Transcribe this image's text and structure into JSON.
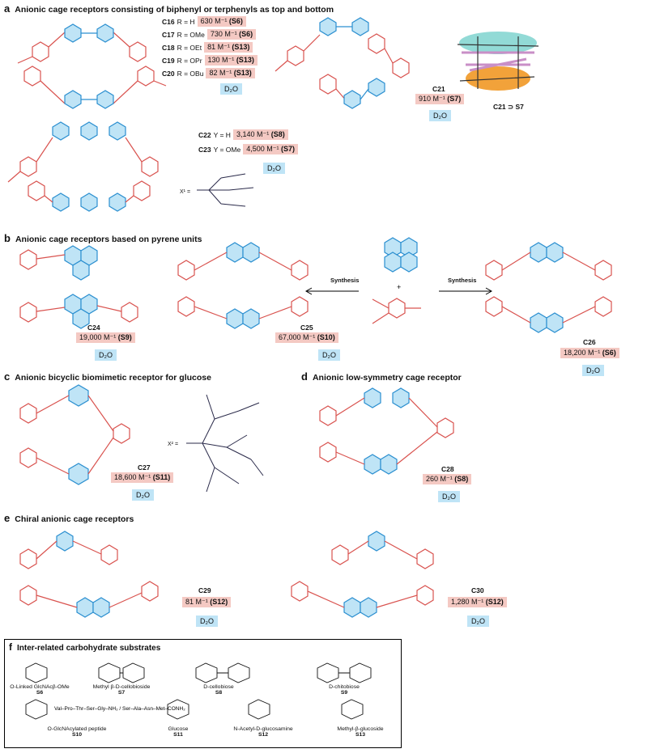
{
  "sections": {
    "a": {
      "letter": "a",
      "title": "Anionic cage receptors consisting of biphenyl or terphenyls as top and bottom"
    },
    "b": {
      "letter": "b",
      "title": "Anionic cage receptors based on pyrene units"
    },
    "c": {
      "letter": "c",
      "title": "Anionic bicyclic biomimetic receptor for glucose"
    },
    "d": {
      "letter": "d",
      "title": "Anionic low-symmetry cage receptor"
    },
    "e": {
      "letter": "e",
      "title": "Chiral anionic cage receptors"
    },
    "f": {
      "letter": "f",
      "title": "Inter-related carbohydrate substrates"
    }
  },
  "table_a1": [
    {
      "id": "C16",
      "sub": "R = H",
      "value": "630 M⁻¹",
      "ref": "(S6)"
    },
    {
      "id": "C17",
      "sub": "R = OMe",
      "value": "730 M⁻¹",
      "ref": "(S6)"
    },
    {
      "id": "C18",
      "sub": "R = OEt",
      "value": "81 M⁻¹",
      "ref": "(S13)"
    },
    {
      "id": "C19",
      "sub": "R = OPr",
      "value": "130 M⁻¹",
      "ref": "(S13)"
    },
    {
      "id": "C20",
      "sub": "R = OBu",
      "value": "82 M⁻¹",
      "ref": "(S13)"
    }
  ],
  "table_a2": [
    {
      "id": "C22",
      "sub": "Y = H",
      "value": "3,140 M⁻¹",
      "ref": "(S8)"
    },
    {
      "id": "C23",
      "sub": "Y = OMe",
      "value": "4,500 M⁻¹",
      "ref": "(S7)"
    }
  ],
  "solvent": "D₂O",
  "c21": {
    "id": "C21",
    "value": "910 M⁻¹",
    "ref": "(S7)",
    "complex": "C21 ⊃ S7"
  },
  "c24": {
    "id": "C24",
    "value": "19,000 M⁻¹",
    "ref": "(S9)"
  },
  "c25": {
    "id": "C25",
    "value": "67,000 M⁻¹",
    "ref": "(S10)"
  },
  "c26": {
    "id": "C26",
    "value": "18,200 M⁻¹",
    "ref": "(S6)"
  },
  "c27": {
    "id": "C27",
    "value": "18,600 M⁻¹",
    "ref": "(S11)"
  },
  "c28": {
    "id": "C28",
    "value": "260 M⁻¹",
    "ref": "(S8)"
  },
  "c29": {
    "id": "C29",
    "value": "81 M⁻¹",
    "ref": "(S12)"
  },
  "c30": {
    "id": "C30",
    "value": "1,280 M⁻¹",
    "ref": "(S12)"
  },
  "synthesis": "Synthesis",
  "x1_def": "X¹ =",
  "x2_def": "X² =",
  "substrates": [
    {
      "name": "O-Linked GlcNAcβ-OMe",
      "ref": "S6"
    },
    {
      "name": "Methyl β-D-cellobioside",
      "ref": "S7"
    },
    {
      "name": "D-cellobiose",
      "ref": "S8"
    },
    {
      "name": "D-chitobiose",
      "ref": "S9"
    },
    {
      "name": "O-GlcNAcylated peptide",
      "ref": "S10"
    },
    {
      "name": "Glucose",
      "ref": "S11"
    },
    {
      "name": "N-Acetyl-D-glucosamine",
      "ref": "S12"
    },
    {
      "name": "Methyl-β-glucoside",
      "ref": "S13"
    }
  ],
  "peptide": "Val–Pro–Thr–Ser–Gly–NH₂ / Ser–Ala–Asn–Met–CONH₂",
  "colors": {
    "red": "#d9534f",
    "blue": "#2b8fd0",
    "ring_fill": "#bfe4f6",
    "pill": "#f4c9c3",
    "dark": "#2a2a4a"
  }
}
